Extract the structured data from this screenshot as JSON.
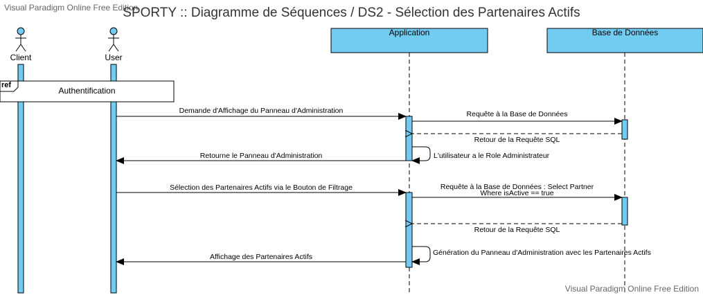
{
  "watermark": {
    "top": "Visual Paradigm Online Free Edition",
    "bottom": "Visual Paradigm Online Free Edition"
  },
  "title": "SPORTY :: Diagramme de Séquences / DS2 - Sélection des Partenaires Actifs",
  "actors": [
    {
      "label": "Client"
    },
    {
      "label": "User"
    }
  ],
  "lifelines": [
    {
      "label": "Application"
    },
    {
      "label": "Base de Données"
    }
  ],
  "ref_fragment": {
    "tag": "ref",
    "label": "Authentification"
  },
  "messages": [
    {
      "label": "Demande d'Affichage du Panneau d'Administration"
    },
    {
      "label": "Requête à la Base de Données"
    },
    {
      "label": "Retour de la Requête SQL"
    },
    {
      "label": "L'utilisateur a le Role Administrateur"
    },
    {
      "label": "Retourne le Panneau d'Administration"
    },
    {
      "label": "Sélection des Partenaires Actifs via le Bouton de Filtrage"
    },
    {
      "label_line1": "Requête à la Base de Données : Select Partner",
      "label_line2": "Where isActive == true"
    },
    {
      "label": "Retour de la Requête SQL"
    },
    {
      "label": "Génération du Panneau d'Administration avec les Partenaires Actifs"
    },
    {
      "label": "Affichage des Partenaires Actifs"
    }
  ],
  "colors": {
    "lifeline_fill": "#72cbf0",
    "stroke": "#000000",
    "watermark": "#666666",
    "title": "#333333"
  }
}
